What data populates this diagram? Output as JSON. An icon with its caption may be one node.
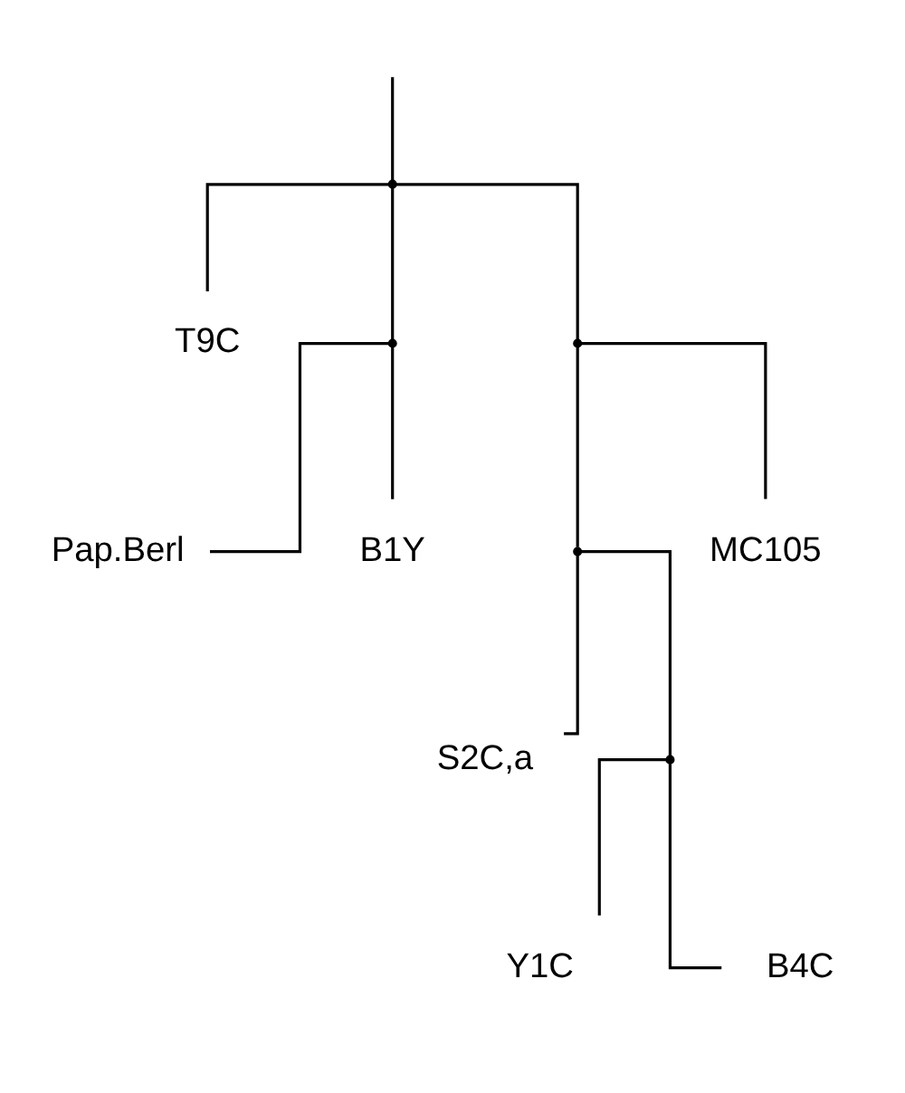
{
  "diagram": {
    "nodes": [
      {
        "text": [],
        "shape": "point"
      },
      {
        "text": [
          "T9C"
        ]
      },
      {
        "text": [],
        "shape": "point"
      },
      {
        "text": [
          "Pap.Berl"
        ]
      },
      {
        "text": [
          "B1Y"
        ]
      },
      {
        "text": [],
        "shape": "point"
      },
      {
        "text": [],
        "shape": "point"
      },
      {
        "text": [
          "S2C,a"
        ]
      },
      {
        "text": [],
        "shape": "point"
      },
      {
        "text": [
          "Y1C"
        ]
      },
      {
        "text": [
          "B4C"
        ]
      },
      {
        "text": [
          "MC105"
        ]
      }
    ],
    "edges": [
      {
        "from": null,
        "to": 0,
        "arrow": "none"
      },
      {
        "from": 0,
        "to": 1,
        "arrow": "none"
      },
      {
        "from": 0,
        "to": 2,
        "arrow": "none"
      },
      {
        "from": 0,
        "to": 5,
        "arrow": "none"
      },
      {
        "from": 2,
        "to": 3,
        "arrow": "none"
      },
      {
        "from": 2,
        "to": 4,
        "arrow": "none"
      },
      {
        "from": 5,
        "to": 6,
        "arrow": "none"
      },
      {
        "from": 5,
        "to": 11,
        "arrow": "none"
      },
      {
        "from": 6,
        "to": 7,
        "arrow": "none"
      },
      {
        "from": 6,
        "to": 8,
        "arrow": "none"
      },
      {
        "from": 8,
        "to": 9,
        "arrow": "none"
      },
      {
        "from": 8,
        "to": 10,
        "arrow": "none"
      }
    ]
  }
}
